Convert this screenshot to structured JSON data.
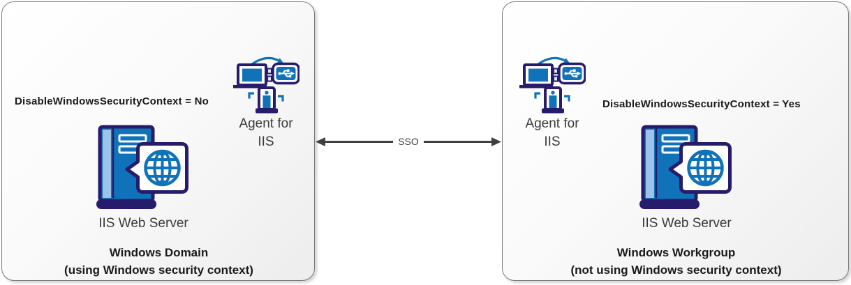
{
  "sso": {
    "label": "SSO"
  },
  "panels": {
    "domain": {
      "config_text": "DisableWindowsSecurityContext = No",
      "agent_label": {
        "line1": "Agent for",
        "line2": "IIS"
      },
      "server_label": "IIS Web Server",
      "caption": {
        "line1": "Windows Domain",
        "line2": "(using Windows security context)"
      }
    },
    "workgroup": {
      "config_text": "DisableWindowsSecurityContext = Yes",
      "agent_label": {
        "line1": "Agent for",
        "line2": "IIS"
      },
      "server_label": "IIS Web Server",
      "caption": {
        "line1": "Windows Workgroup",
        "line2": "(not using Windows security context)"
      }
    }
  },
  "icons": {
    "agent": "agent-for-iis-icon",
    "server": "iis-web-server-icon"
  },
  "colors": {
    "icon_navy": "#261c6b",
    "icon_blue": "#1072b8",
    "icon_light_blue": "#9dc3e6",
    "sso_arrow": "#404040",
    "panel_border": "#7a7a7a"
  }
}
